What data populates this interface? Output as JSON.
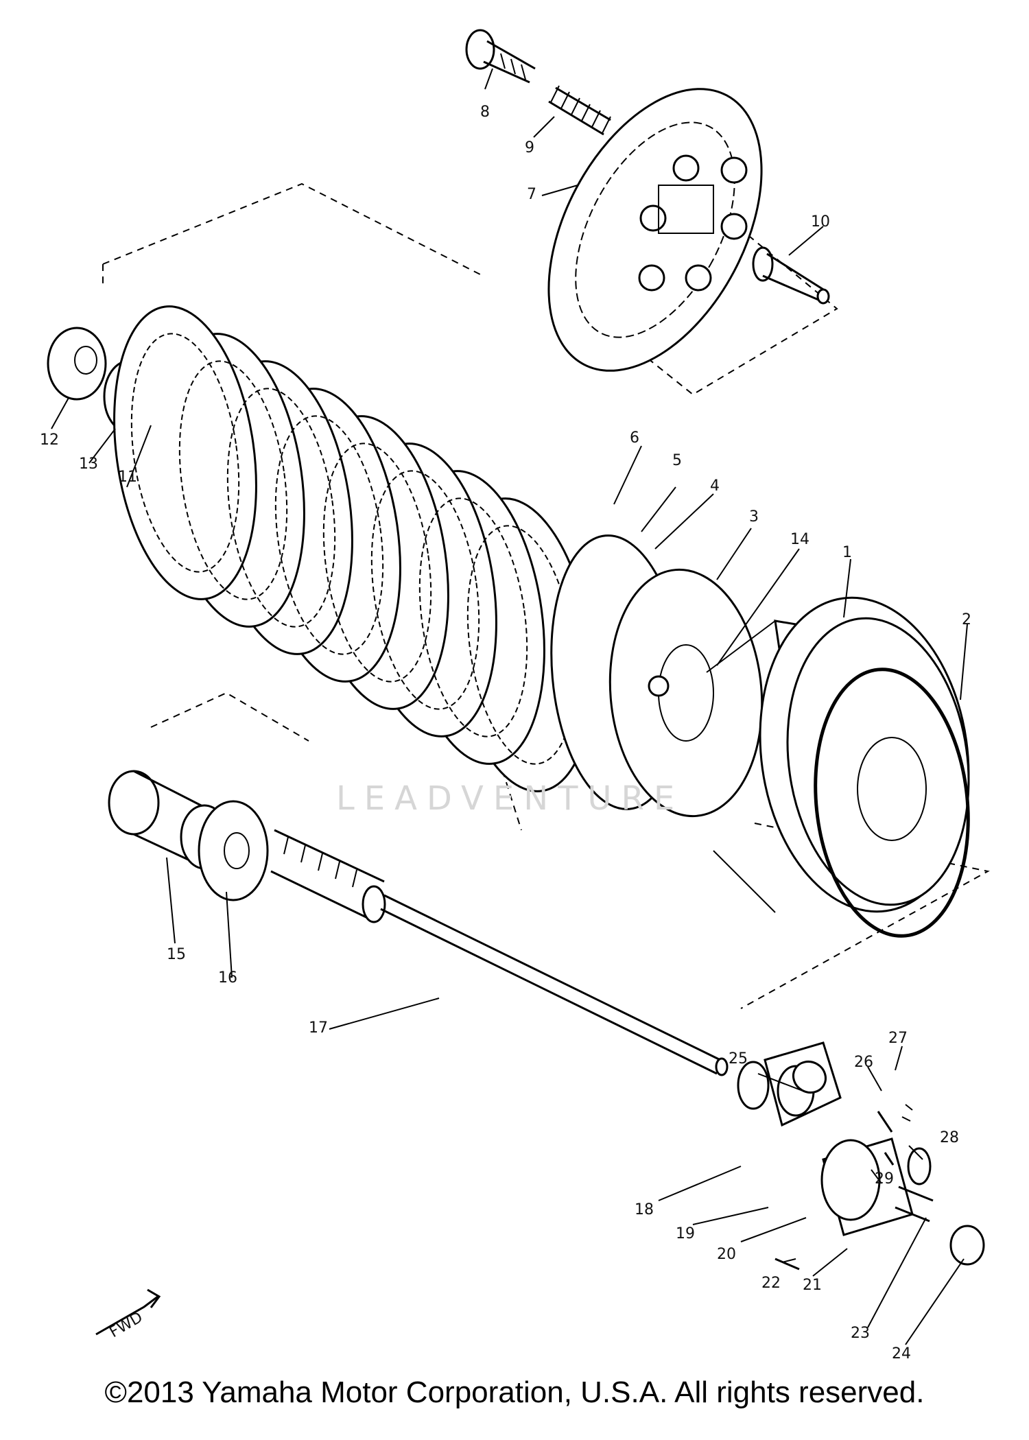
{
  "watermark": "LEADVENTURE",
  "direction_marker": "FWD",
  "copyright": "©2013 Yamaha Motor Corporation, U.S.A. All rights reserved.",
  "callouts": [
    "1",
    "2",
    "3",
    "4",
    "5",
    "6",
    "7",
    "8",
    "9",
    "10",
    "11",
    "12",
    "13",
    "14",
    "15",
    "16",
    "17",
    "18",
    "19",
    "20",
    "21",
    "22",
    "23",
    "24",
    "25",
    "26",
    "27",
    "28",
    "29"
  ]
}
